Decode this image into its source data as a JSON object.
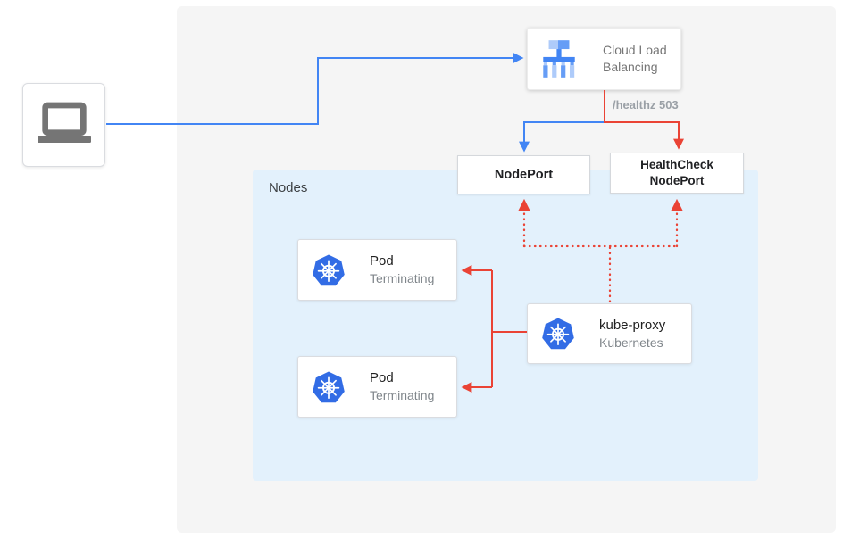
{
  "colors": {
    "canvas_bg": "#f5f5f5",
    "nodes_region_bg": "#e3f1fc",
    "flow_blue": "#4285f4",
    "flow_red": "#ea4335",
    "kubernetes_blue": "#326ce5",
    "box_border": "#dadce0",
    "text_primary": "#202124",
    "text_secondary": "#80868b"
  },
  "client": {
    "icon": "laptop-icon"
  },
  "load_balancer": {
    "label": "Cloud Load Balancing",
    "icon": "cloud-load-balancing-icon"
  },
  "health_check_label": "/healthz 503",
  "node_port": {
    "label": "NodePort"
  },
  "health_check_node_port": {
    "label": "HealthCheck NodePort"
  },
  "nodes_region": {
    "label": "Nodes"
  },
  "pods": [
    {
      "name": "Pod",
      "status": "Terminating",
      "icon": "kubernetes-icon"
    },
    {
      "name": "Pod",
      "status": "Terminating",
      "icon": "kubernetes-icon"
    }
  ],
  "kube_proxy": {
    "name": "kube-proxy",
    "subtitle": "Kubernetes",
    "icon": "kubernetes-icon"
  }
}
